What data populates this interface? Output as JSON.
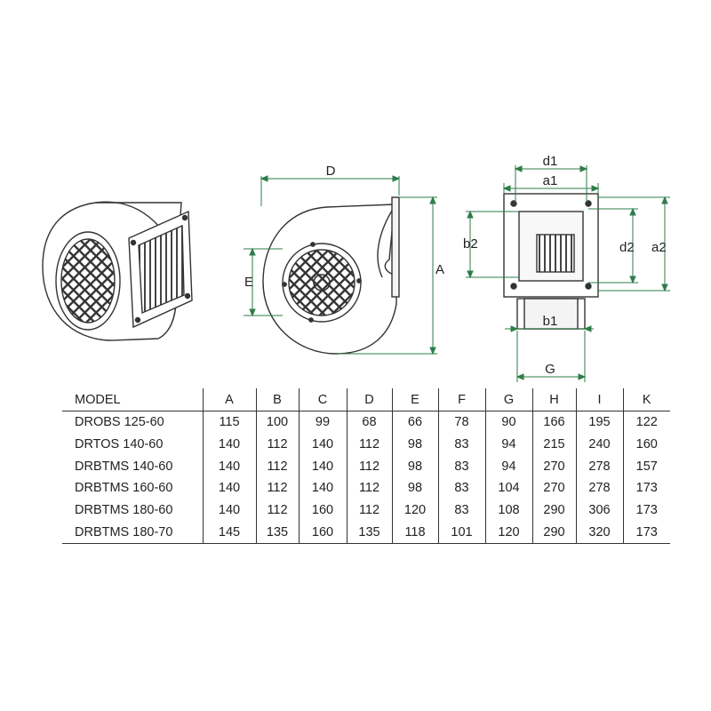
{
  "dimension_labels": {
    "top_d": "D",
    "A": "A",
    "E": "E",
    "d1": "d1",
    "a1": "a1",
    "b2": "b2",
    "d2": "d2",
    "a2": "a2",
    "b1": "b1",
    "G": "G"
  },
  "colors": {
    "dimension_line": "#2e7d4a",
    "outline": "#333333"
  },
  "table": {
    "headers": [
      "MODEL",
      "A",
      "B",
      "C",
      "D",
      "E",
      "F",
      "G",
      "H",
      "I",
      "K"
    ],
    "rows": [
      [
        "DROBS 125-60",
        "115",
        "100",
        "99",
        "68",
        "66",
        "78",
        "90",
        "166",
        "195",
        "122"
      ],
      [
        "DRTOS 140-60",
        "140",
        "112",
        "140",
        "112",
        "98",
        "83",
        "94",
        "215",
        "240",
        "160"
      ],
      [
        "DRBTMS 140-60",
        "140",
        "112",
        "140",
        "112",
        "98",
        "83",
        "94",
        "270",
        "278",
        "157"
      ],
      [
        "DRBTMS 160-60",
        "140",
        "112",
        "140",
        "112",
        "98",
        "83",
        "104",
        "270",
        "278",
        "173"
      ],
      [
        "DRBTMS 180-60",
        "140",
        "112",
        "160",
        "112",
        "120",
        "83",
        "108",
        "290",
        "306",
        "173"
      ],
      [
        "DRBTMS 180-70",
        "145",
        "135",
        "160",
        "135",
        "118",
        "101",
        "120",
        "290",
        "320",
        "173"
      ]
    ]
  }
}
